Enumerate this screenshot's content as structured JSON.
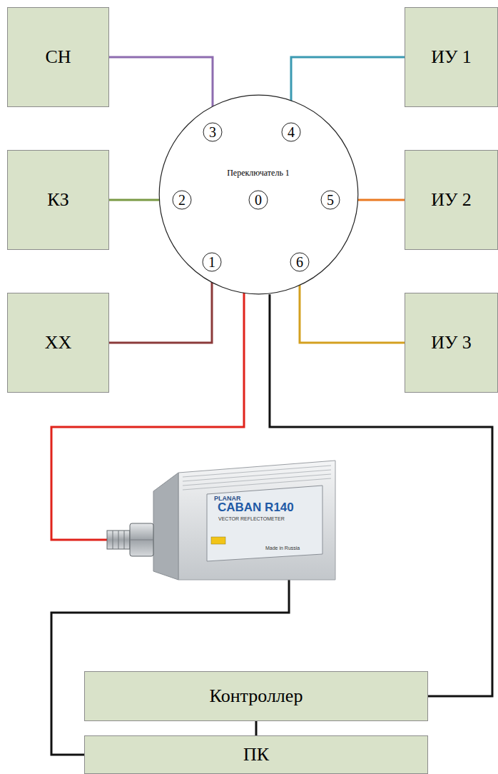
{
  "diagram": {
    "nodes": [
      {
        "text": [
          "СН"
        ]
      },
      {
        "text": [
          "ИУ 1"
        ]
      },
      {
        "text": [
          "КЗ"
        ]
      },
      {
        "text": [
          "Переключатель 1"
        ]
      },
      {
        "text": [
          "3"
        ],
        "in": 3
      },
      {
        "text": [
          "4"
        ],
        "in": 3
      },
      {
        "text": [
          "2"
        ],
        "in": 3
      },
      {
        "text": [
          "0"
        ],
        "in": 3
      },
      {
        "text": [
          "5"
        ],
        "in": 3
      },
      {
        "text": [
          "1"
        ],
        "in": 3
      },
      {
        "text": [
          "6"
        ],
        "in": 3
      },
      {
        "text": [
          "ИУ 2"
        ]
      },
      {
        "text": [
          "ХХ"
        ]
      },
      {
        "text": [
          "ИУ 3"
        ]
      },
      {
        "text": [
          "CABAN R140",
          "VECTOR REFLECTOMETER"
        ]
      },
      {
        "text": [
          "Контроллер"
        ]
      },
      {
        "text": [
          "ПК"
        ]
      }
    ],
    "edges": [
      {
        "from": 0,
        "to": 4,
        "arrow": "none"
      },
      {
        "from": 1,
        "to": 5,
        "arrow": "none"
      },
      {
        "from": 2,
        "to": 6,
        "arrow": "none"
      },
      {
        "from": 11,
        "to": 8,
        "arrow": "none"
      },
      {
        "from": 12,
        "to": 9,
        "arrow": "none"
      },
      {
        "from": 13,
        "to": 10,
        "arrow": "none"
      },
      {
        "from": 7,
        "to": 14,
        "arrow": "none"
      },
      {
        "from": 3,
        "to": 15,
        "arrow": "none"
      },
      {
        "from": 14,
        "to": 16,
        "arrow": "none"
      },
      {
        "from": 15,
        "to": 16,
        "arrow": "none"
      }
    ],
    "labels": [
      "PLANAR",
      "Made in Russia"
    ]
  }
}
